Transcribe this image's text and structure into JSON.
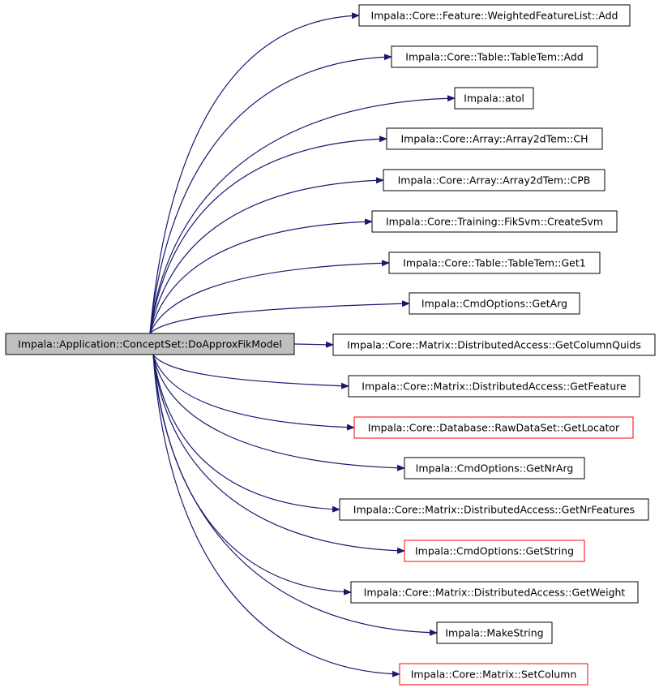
{
  "colors": {
    "edge": "#191970",
    "node_border": "#000000",
    "node_border_undocumented": "#ff0000",
    "root_fill": "#bfbfbf",
    "node_fill": "#ffffff"
  },
  "root": {
    "label": "Impala::Application::ConceptSet::DoApproxFikModel"
  },
  "callees": [
    {
      "label": "Impala::Core::Feature::WeightedFeatureList::Add",
      "highlight": false
    },
    {
      "label": "Impala::Core::Table::TableTem::Add",
      "highlight": false
    },
    {
      "label": "Impala::atol",
      "highlight": false
    },
    {
      "label": "Impala::Core::Array::Array2dTem::CH",
      "highlight": false
    },
    {
      "label": "Impala::Core::Array::Array2dTem::CPB",
      "highlight": false
    },
    {
      "label": "Impala::Core::Training::FikSvm::CreateSvm",
      "highlight": false
    },
    {
      "label": "Impala::Core::Table::TableTem::Get1",
      "highlight": false
    },
    {
      "label": "Impala::CmdOptions::GetArg",
      "highlight": false
    },
    {
      "label": "Impala::Core::Matrix::DistributedAccess::GetColumnQuids",
      "highlight": false
    },
    {
      "label": "Impala::Core::Matrix::DistributedAccess::GetFeature",
      "highlight": false
    },
    {
      "label": "Impala::Core::Database::RawDataSet::GetLocator",
      "highlight": true
    },
    {
      "label": "Impala::CmdOptions::GetNrArg",
      "highlight": false
    },
    {
      "label": "Impala::Core::Matrix::DistributedAccess::GetNrFeatures",
      "highlight": false
    },
    {
      "label": "Impala::CmdOptions::GetString",
      "highlight": true
    },
    {
      "label": "Impala::Core::Matrix::DistributedAccess::GetWeight",
      "highlight": false
    },
    {
      "label": "Impala::MakeString",
      "highlight": false
    },
    {
      "label": "Impala::Core::Matrix::SetColumn",
      "highlight": true
    }
  ]
}
